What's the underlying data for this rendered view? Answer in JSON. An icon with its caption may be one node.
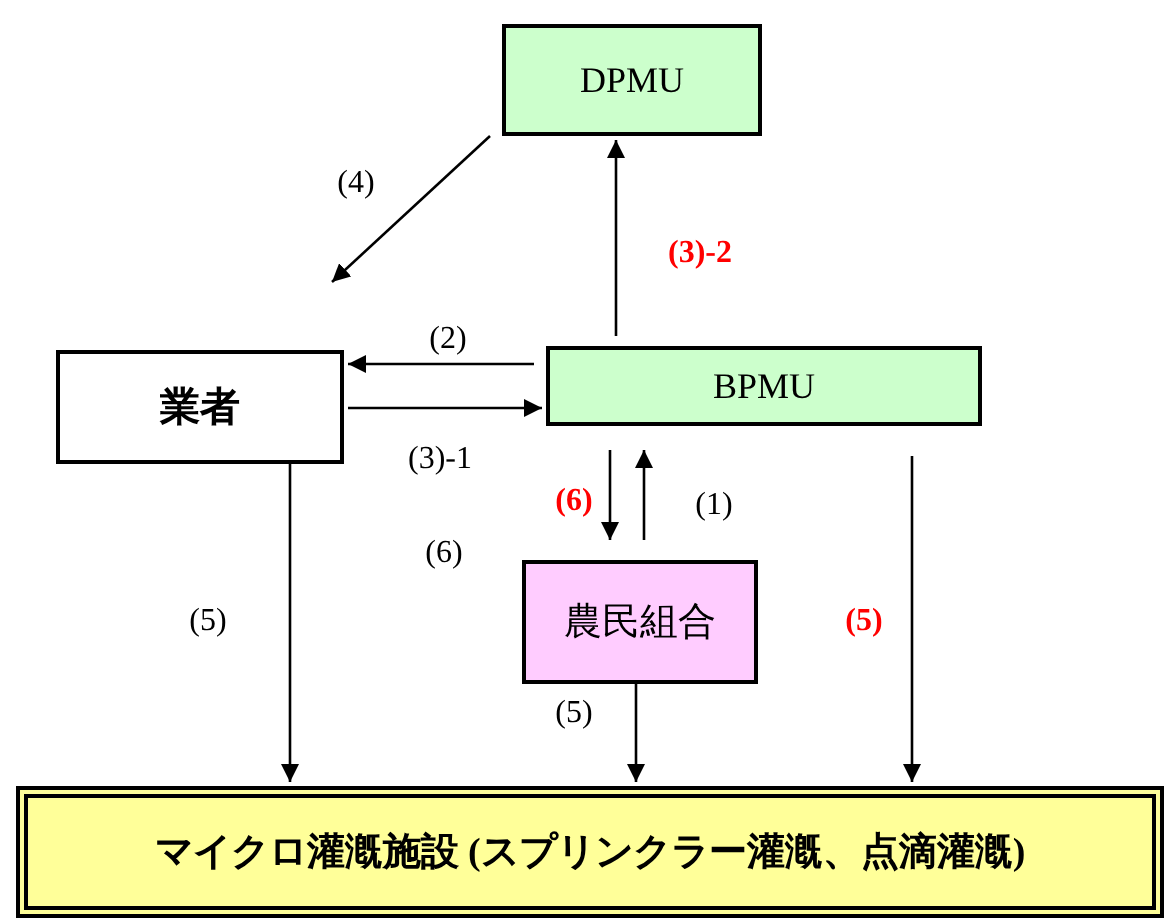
{
  "diagram": {
    "nodes": [
      {
        "text": [
          "DPMU"
        ]
      },
      {
        "text": [
          "業者"
        ]
      },
      {
        "text": [
          "BPMU"
        ]
      },
      {
        "text": [
          "農民組合"
        ]
      },
      {
        "text": [
          "マイクロ灌漑施設 (スプリンクラー灌漑、点滴灌漑)"
        ]
      }
    ],
    "edges": [
      {
        "from": 0,
        "to": 1,
        "arrow": "to",
        "label": "(4)"
      },
      {
        "from": 2,
        "to": 1,
        "arrow": "to",
        "label": "(2)"
      },
      {
        "from": 1,
        "to": 2,
        "arrow": "to",
        "label": "(3)-1"
      },
      {
        "from": 2,
        "to": 0,
        "arrow": "to",
        "label": "(3)-2"
      },
      {
        "from": 2,
        "to": 3,
        "arrow": "to",
        "label": "(6)"
      },
      {
        "from": 3,
        "to": 2,
        "arrow": "to",
        "label": "(1)"
      },
      {
        "from": 1,
        "to": 4,
        "arrow": "to",
        "label": "(5)"
      },
      {
        "from": 3,
        "to": 4,
        "arrow": "to",
        "label": "(5)"
      },
      {
        "from": 2,
        "to": 4,
        "arrow": "to",
        "label": "(5)"
      }
    ],
    "labels": [
      "(6)"
    ]
  }
}
